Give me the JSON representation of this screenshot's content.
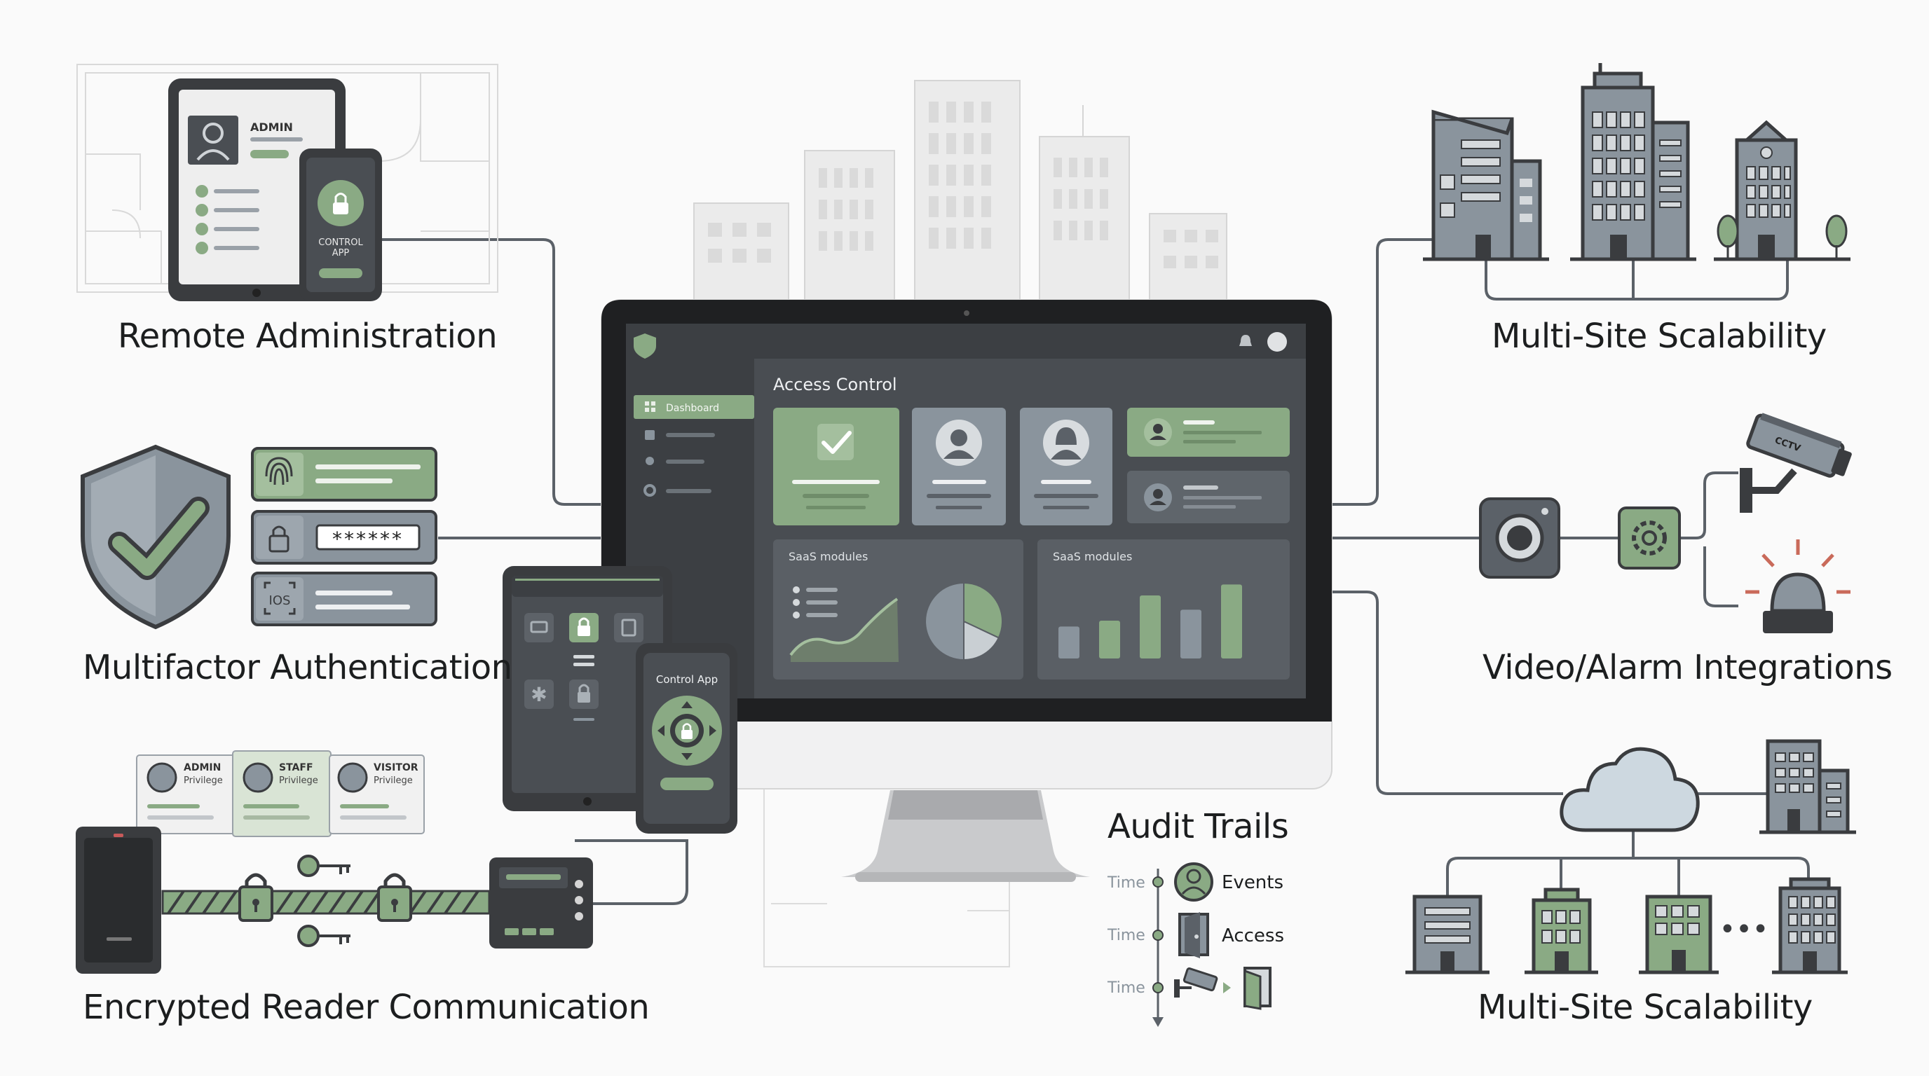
{
  "labels": {
    "remote_admin": "Remote Administration",
    "mfa": "Multifactor Authentication",
    "encrypted": "Encrypted Reader Communication",
    "multisite_top": "Multi-Site Scalability",
    "video_alarm": "Video/Alarm Integrations",
    "audit": "Audit Trails",
    "multisite_bottom": "Multi-Site Scalability"
  },
  "tablet_admin": {
    "title": "ADMIN",
    "phone_line1": "CONTROL",
    "phone_line2": "APP"
  },
  "password_mask": "******",
  "face_id_glyph": "IOS",
  "privilege_cards": [
    {
      "role": "ADMIN",
      "sub": "Privilege"
    },
    {
      "role": "STAFF",
      "sub": "Privilege"
    },
    {
      "role": "VISITOR",
      "sub": "Privilege"
    }
  ],
  "cctv_tag": "CCTV",
  "dashboard": {
    "title": "Access Control",
    "nav_active": "Dashboard",
    "panel_left_title": "SaaS modules",
    "panel_right_title": "SaaS modules",
    "bar_chart": {
      "type": "bar",
      "values": [
        0.38,
        0.45,
        0.75,
        0.58,
        0.88
      ]
    },
    "pie_chart": {
      "type": "pie",
      "values": [
        0.32,
        0.18,
        0.5
      ]
    }
  },
  "control_app": {
    "title": "Control App"
  },
  "audit": {
    "rows": [
      {
        "time": "Time",
        "event": "Events"
      },
      {
        "time": "Time",
        "event": "Access"
      },
      {
        "time": "Time",
        "event": ""
      }
    ]
  },
  "ellipsis": "•••",
  "colors": {
    "accent_green": "#8aaa84",
    "dark_frame": "#3a3c3f",
    "screen_bg": "#4a4e53",
    "building_gray": "#8a949d",
    "line": "#5b6168"
  }
}
